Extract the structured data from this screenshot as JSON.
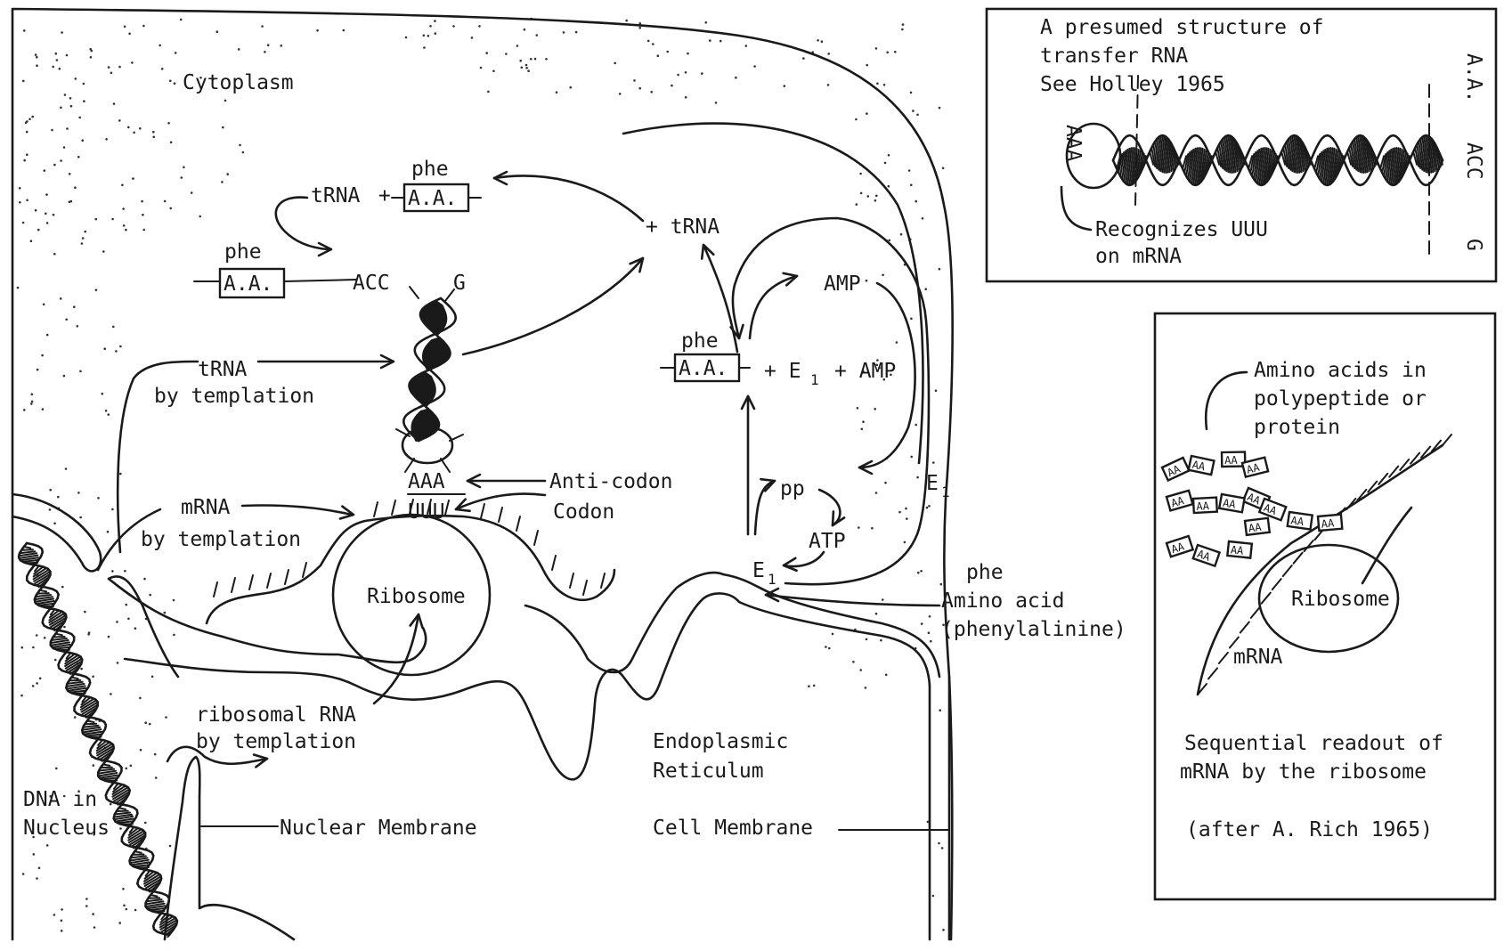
{
  "labels": {
    "cytoplasm": "Cytoplasm",
    "phe": "phe",
    "aa": "A.A.",
    "trna": "tRNA",
    "plus": "+",
    "plus_trna": "+ tRNA",
    "acc": "ACC",
    "g": "G",
    "amp": "AMP",
    "e1": "E",
    "e1_sub": "1",
    "plus_e1": "+ E",
    "plus_amp": "+ AMP",
    "trna_templ_1": "tRNA",
    "trna_templ_2": "by templation",
    "aaa": "AAA",
    "anticodon": "Anti-codon",
    "uuu": "UUU",
    "codon": "Codon",
    "pp": "pp",
    "atp": "ATP",
    "mrna_templ_1": "mRNA",
    "mrna_templ_2": "by templation",
    "ribosome": "Ribosome",
    "amino_1": "phe",
    "amino_2": "Amino acid",
    "amino_3": "(phenylalinine)",
    "rrna_1": "ribosomal RNA",
    "rrna_2": "by templation",
    "er_1": "Endoplasmic",
    "er_2": "Reticulum",
    "dna_1": "DNA in",
    "dna_2": "Nucleus",
    "nuclear_membrane": "Nuclear Membrane",
    "cell_membrane": "Cell Membrane"
  },
  "inset_trna": {
    "title_1": "A presumed structure of",
    "title_2": "transfer RNA",
    "title_3": "See Holley 1965",
    "aaa": "AAA",
    "aa": "A.A.",
    "acc": "ACC",
    "g": "G",
    "recog_1": "Recognizes UUU",
    "recog_2": "on mRNA"
  },
  "inset_ribosome": {
    "amino_1": "Amino acids in",
    "amino_2": "polypeptide or",
    "amino_3": "protein",
    "aa": "AA",
    "ribosome": "Ribosome",
    "mrna": "mRNA",
    "caption_1": "Sequential readout of",
    "caption_2": "mRNA by the ribosome",
    "credit": "(after A. Rich 1965)"
  }
}
